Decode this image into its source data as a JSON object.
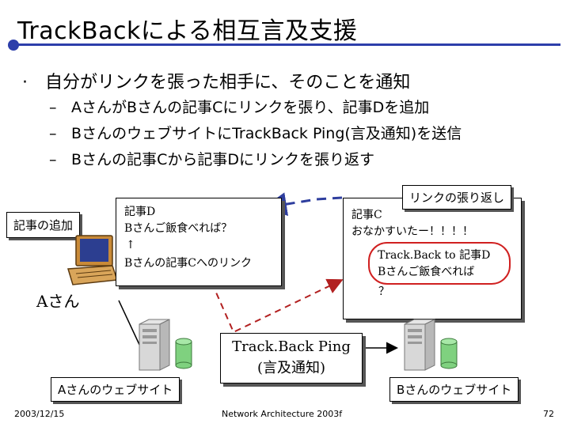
{
  "slide": {
    "title": "TrackBackによる相互言及支援",
    "bullet": "自分がリンクを張った相手に、そのことを通知",
    "subs": [
      "AさんがBさんの記事Cにリンクを張り、記事Dを追加",
      "BさんのウェブサイトにTrackBack Ping(言及通知)を送信",
      "Bさんの記事Cから記事Dにリンクを張り返す"
    ]
  },
  "diagram": {
    "add_article_label": "記事の追加",
    "person_a": "Aさん",
    "article_d": {
      "line1": "記事D",
      "line2": "Bさんご飯食べれば？",
      "line3": "↑",
      "line4": "Bさんの記事Cへのリンク"
    },
    "article_c": {
      "line1": "記事C",
      "line2": "おなかすいたー！！！！",
      "tb_line1": "Track.Back to 記事D",
      "tb_line2": "Bさんご飯食べれば",
      "tb_line3": "？"
    },
    "link_back_label": "リンクの張り返し",
    "ping_label_line1": "Track.Back Ping",
    "ping_label_line2": "(言及通知)",
    "site_a_label": "Aさんのウェブサイト",
    "site_b_label": "Bさんのウェブサイト",
    "colors": {
      "accent": "#2d3eaa",
      "link_back_arrow": "#2e3e9e",
      "ping_arrow": "#b22020",
      "highlight": "#d02020",
      "db": "#7fd17f"
    }
  },
  "footer": {
    "date": "2003/12/15",
    "center": "Network Architecture 2003f",
    "page": "72"
  }
}
